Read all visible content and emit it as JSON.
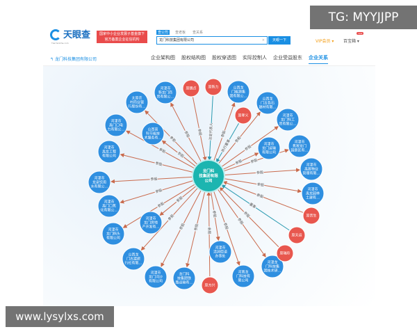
{
  "header": {
    "logo_text": "天眼查",
    "logo_sub": "TianYanCha.com",
    "banner_line1": "国家中小企业发展子基金旗下",
    "banner_line2": "官方备案企业征信机构",
    "search_tabs": [
      "查公司",
      "查老板",
      "查关系"
    ],
    "search_value": "龙门科技集团有限公司",
    "search_button": "天眼一下",
    "vip_label": "VIP会员 ▾",
    "treasure_label": "百宝箱 ▾",
    "new_badge": "new"
  },
  "subnav": {
    "back_label": "龙门科技集团有限公司",
    "tabs": [
      "企业架构图",
      "股权结构图",
      "股权穿透图",
      "实际控制人",
      "企业受益股东",
      "企业关系"
    ],
    "active_tab": "企业关系"
  },
  "graph": {
    "center": "龙门科技集团有限公司",
    "colors": {
      "center": "#1cb5b0",
      "company": "#2f8fe0",
      "person": "#e8574e",
      "invest_edge": "#c96a4c",
      "position_edge": "#2a9ab0"
    },
    "nodes": [
      {
        "name": "河津市新龙门商贸有限公…",
        "type": "company",
        "relation": "参股"
      },
      {
        "name": "太原农村商业银行股份有…",
        "type": "company",
        "relation": "参股"
      },
      {
        "name": "河津市禹门口电力有限公…",
        "type": "company",
        "relation": "参股"
      },
      {
        "name": "山西高科节能技术服务有…",
        "type": "company",
        "relation": "参股"
      },
      {
        "name": "河津市禹龙工程有限公司",
        "type": "company",
        "relation": "参股"
      },
      {
        "name": "河津市龙泉饮用水有限公…",
        "type": "company",
        "relation": "参股"
      },
      {
        "name": "河津市禹门口焦化有限公…",
        "type": "company",
        "relation": "参股"
      },
      {
        "name": "河津市龙门房地产开发有…",
        "type": "company",
        "relation": "参股"
      },
      {
        "name": "河津市龙门码头有限公司",
        "type": "company",
        "relation": "参股"
      },
      {
        "name": "山西龙门古渡旅行社有限…",
        "type": "company",
        "relation": "参股"
      },
      {
        "name": "河津市龙门河沙有限公司",
        "type": "company",
        "relation": "参股"
      },
      {
        "name": "龙门科技集团铁路运输有…",
        "type": "company",
        "relation": "参股"
      },
      {
        "name": "河津市清涧街道办事处",
        "type": "company",
        "relation": "参股"
      },
      {
        "name": "河南龙门科技有限公司",
        "type": "company",
        "relation": "参股"
      },
      {
        "name": "河津龙门科技集团技术研…",
        "type": "company",
        "relation": "参股"
      },
      {
        "name": "山西龙门能源集团有限公…",
        "type": "company",
        "relation": "参股"
      },
      {
        "name": "山西龙门五色石建材有限…",
        "type": "company",
        "relation": "参股"
      },
      {
        "name": "河津市龙门科工贸有限公…",
        "type": "company",
        "relation": "参股"
      },
      {
        "name": "河津市龙门运输有限公司",
        "type": "company",
        "relation": "参股"
      },
      {
        "name": "河津市焦炭龙门园景区有…",
        "type": "company",
        "relation": "参股"
      },
      {
        "name": "河津市禹居物业管理有限…",
        "type": "company",
        "relation": "参股"
      },
      {
        "name": "河津市禹龙园林土建有…",
        "type": "company",
        "relation": "参股"
      },
      {
        "name": "原魏贞",
        "type": "person",
        "relation": "参股"
      },
      {
        "name": "原新力",
        "type": "person",
        "relation": "法定代表人"
      },
      {
        "name": "原孝义",
        "type": "person",
        "relation": "执行董事"
      },
      {
        "name": "原贵生",
        "type": "person",
        "relation": "参股"
      },
      {
        "name": "原天运",
        "type": "person",
        "relation": "董事"
      },
      {
        "name": "原瑞珍",
        "type": "person",
        "relation": "参股"
      },
      {
        "name": "原方兴",
        "type": "person",
        "relation": "参股"
      }
    ]
  },
  "watermarks": {
    "top": "TG: MYYJJPP",
    "bottom": "www.lysylxs.com"
  }
}
